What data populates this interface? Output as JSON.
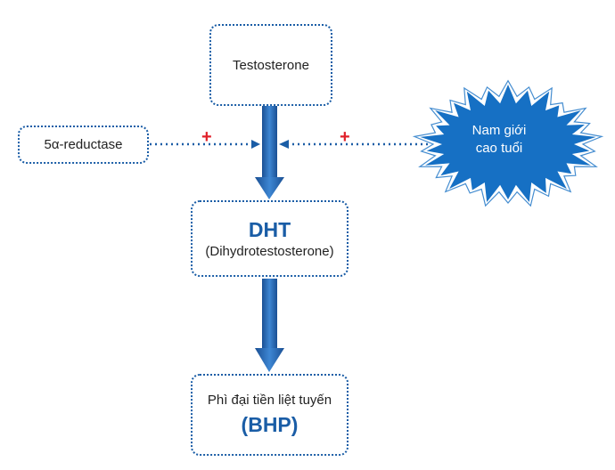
{
  "diagram": {
    "testosterone": "Testosterone",
    "reductase": "5α-reductase",
    "dht_title": "DHT",
    "dht_sub": "(Dihydrotestosterone)",
    "bhp_text": "Phì đại tiền liệt tuyến",
    "bhp_title": "(BHP)",
    "burst_line1": "Nam giới",
    "burst_line2": "cao tuổi",
    "plus_left": "+",
    "plus_right": "+"
  },
  "colors": {
    "accent": "#1a5da6",
    "burst_fill": "#1670c4",
    "plus": "#e0202a"
  }
}
